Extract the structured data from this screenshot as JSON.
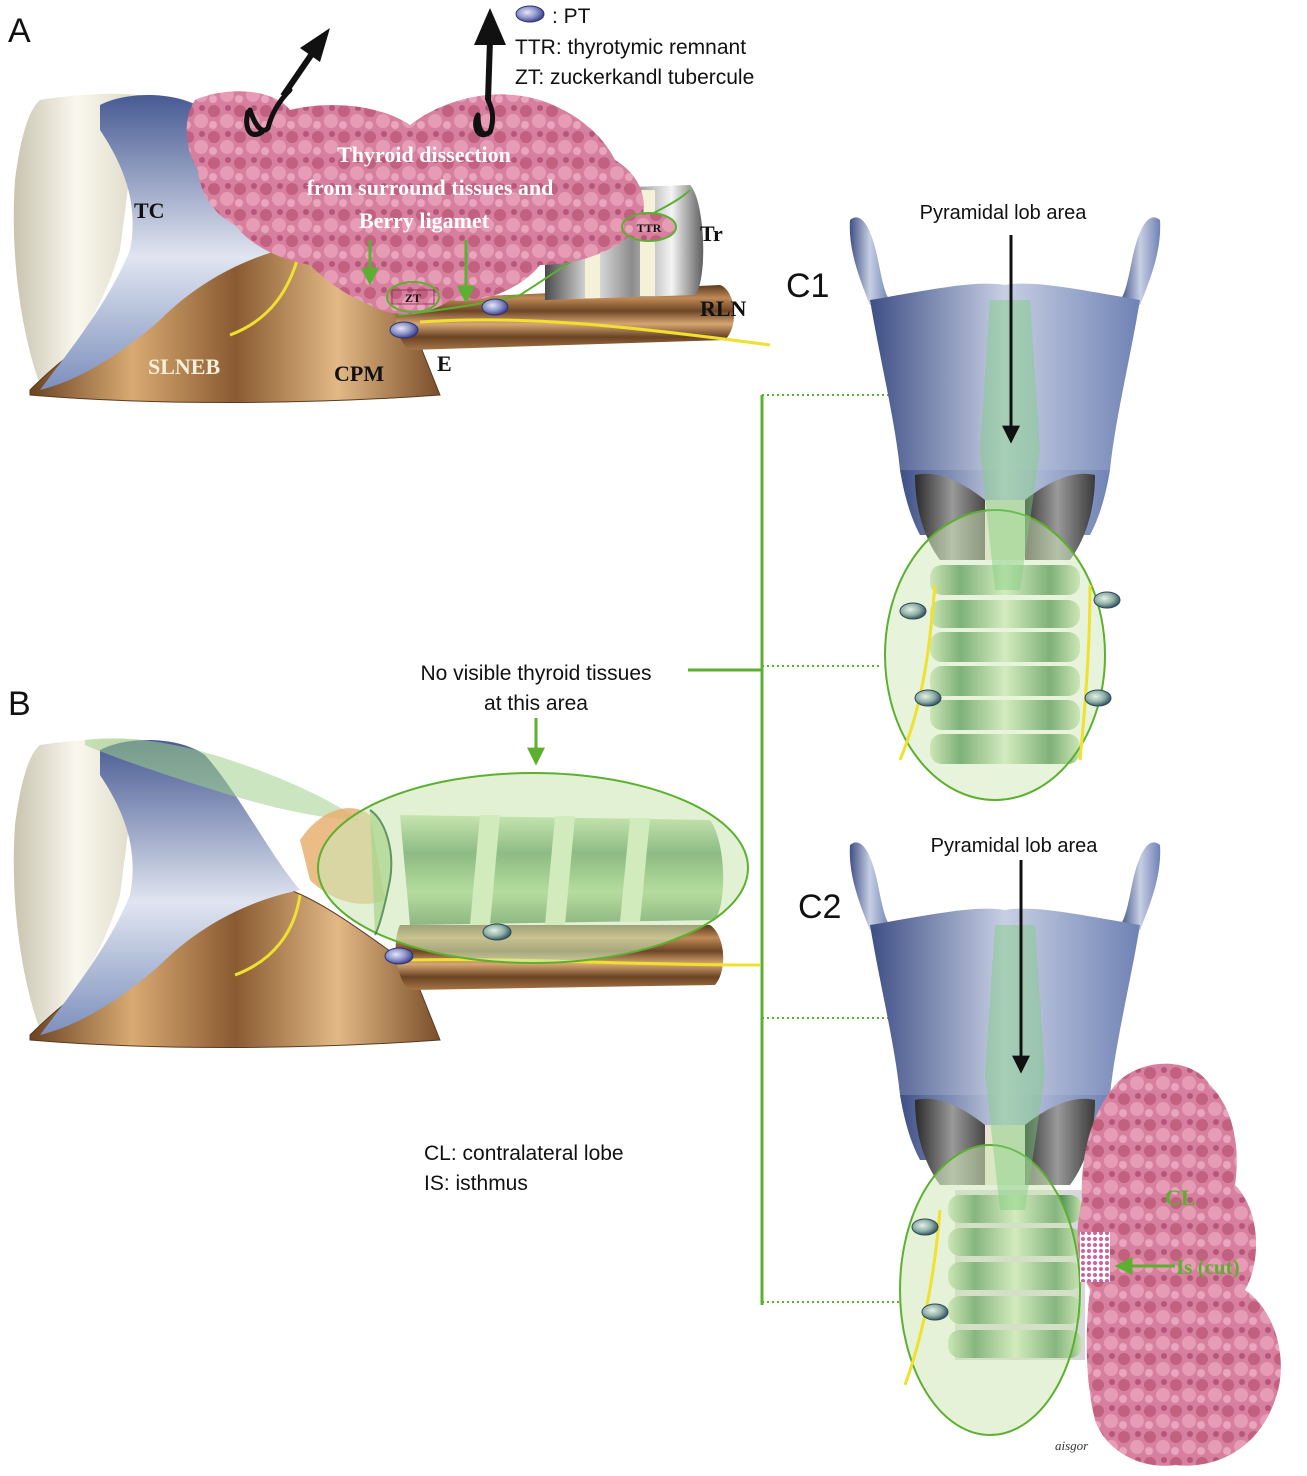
{
  "panels": {
    "a": "A",
    "b": "B",
    "c1": "C1",
    "c2": "C2"
  },
  "legend": {
    "pt": ": PT",
    "ttr": "TTR: thyrotymic remnant",
    "zt": "ZT: zuckerkandl tubercule",
    "cl": "CL: contralateral lobe",
    "is": "IS: isthmus"
  },
  "panel_a": {
    "dissection_line1": "Thyroid dissection",
    "dissection_line2": "from surround tissues and",
    "dissection_line3": "Berry ligamet",
    "tc": "TC",
    "tr": "Tr",
    "ttr": "TTR",
    "zt": "ZT",
    "rln": "RLN",
    "slneb": "SLNEB",
    "cpm": "CPM",
    "e": "E"
  },
  "panel_b": {
    "no_tissue_line1": "No visible thyroid tissues",
    "no_tissue_line2": "at this area"
  },
  "panel_c": {
    "pyramidal_c1": "Pyramidal lob area",
    "pyramidal_c2": "Pyramidal lob area",
    "cl": "CL",
    "is_cut": "Is (cut)"
  },
  "signature": "aisgor",
  "colors": {
    "thyroid_pink": "#d27898",
    "green_line": "#5cb030",
    "tissue_green": "#cfe8b8",
    "cartilage_blue": "#7e8fb8",
    "nerve_yellow": "#f0e030",
    "muscle_brown": "#a8774a"
  }
}
